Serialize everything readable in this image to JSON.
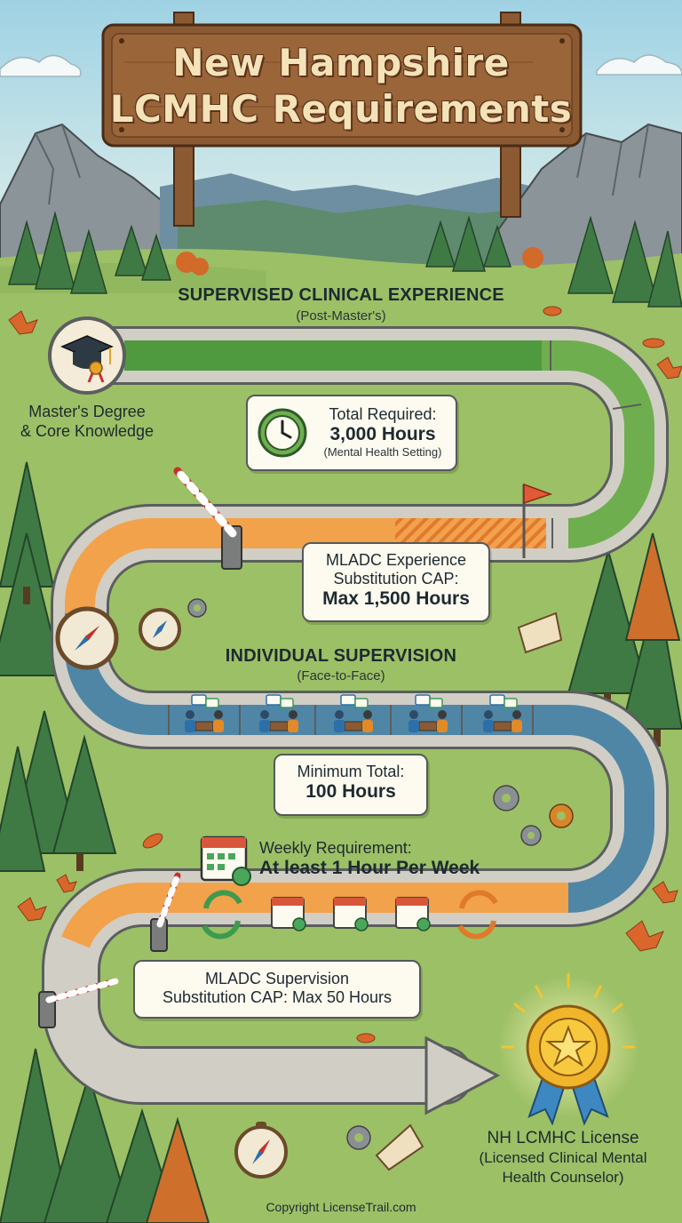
{
  "title": {
    "line1": "New Hampshire",
    "line2": "LCMHC Requirements"
  },
  "start": {
    "icon": "graduation-cap-icon",
    "label_line1": "Master's Degree",
    "label_line2": "& Core Knowledge"
  },
  "clinical_experience": {
    "title": "SUPERVISED CLINICAL EXPERIENCE",
    "subtitle": "(Post-Master's)",
    "total_callout": {
      "icon": "clock-icon",
      "line1": "Total Required:",
      "line2": "3,000 Hours",
      "line3": "(Mental Health Setting)"
    },
    "substitution_callout": {
      "line1": "MLADC Experience",
      "line2": "Substitution CAP:",
      "line3": "Max 1,500 Hours"
    }
  },
  "individual_supervision": {
    "title": "INDIVIDUAL SUPERVISION",
    "subtitle": "(Face-to-Face)",
    "session_icon": "supervision-meeting-icon",
    "session_count": 5,
    "minimum_callout": {
      "line1": "Minimum Total:",
      "line2": "100 Hours"
    },
    "weekly": {
      "icon": "calendar-icon",
      "line1": "Weekly Requirement:",
      "line2": "At least 1 Hour Per Week"
    },
    "substitution_callout": {
      "line1": "MLADC Supervision",
      "line2": "Substitution CAP: Max 50 Hours"
    }
  },
  "finish": {
    "icon": "award-badge-icon",
    "label_line1": "NH LCMHC License",
    "label_line2": "(Licensed Clinical Mental",
    "label_line3": "Health Counselor)"
  },
  "footer": {
    "copyright": "Copyright LicenseTrail.com"
  },
  "colors": {
    "sign_wood": "#8b5a33",
    "green_track": "#6fae4e",
    "orange_track": "#f2a24a",
    "blue_track": "#4f86a6",
    "grey_track": "#c9c6bd",
    "grass": "#9cc066",
    "sky": "#bfe3ee"
  }
}
